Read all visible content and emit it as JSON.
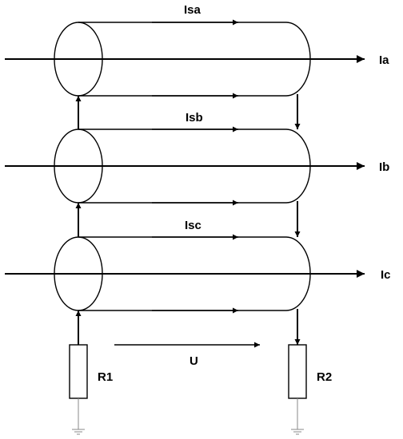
{
  "labels": {
    "sheath_currents": [
      "Isa",
      "Isb",
      "Isc"
    ],
    "phase_currents": [
      "Ia",
      "Ib",
      "Ic"
    ],
    "resistor_left": "R1",
    "resistor_right": "R2",
    "voltage": "U"
  },
  "colors": {
    "line": "#000000",
    "ground": "#8a8a8a",
    "background": "#ffffff"
  }
}
